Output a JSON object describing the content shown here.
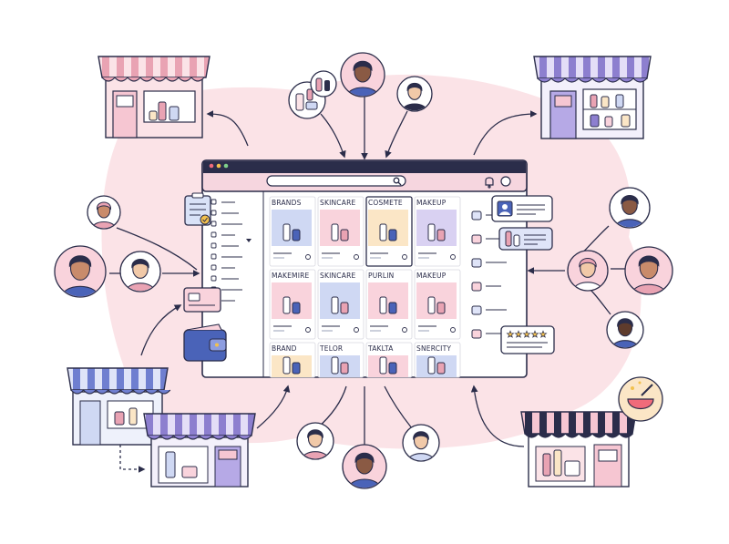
{
  "colors": {
    "background_blob": "#fbe3e7",
    "outline": "#2b2d4a",
    "awning_pink": "#e9a3b3",
    "awning_purple": "#8d7fcf",
    "awning_dark": "#2b2d4a",
    "browser_top": "#f6d6df",
    "card_pink": "#f9d3dc",
    "card_blue": "#cfd8f3",
    "card_peach": "#fbe6c6",
    "card_lavender": "#d9d1f2",
    "wallet": "#4a63b8",
    "accent_gold": "#f2c14e"
  },
  "browser": {
    "search_icon": "search-icon",
    "bell_icon": "bell-icon",
    "avatar_icon": "user-circle-icon"
  },
  "product_grid": {
    "rows": [
      [
        {
          "label": "BRANDS",
          "color": "#cfd8f3",
          "icon": "pump-bottle-and-jar-icon"
        },
        {
          "label": "SKINCARE",
          "color": "#f9d3dc",
          "icon": "cream-tube-icon"
        },
        {
          "label": "COSMETE",
          "color": "#fbe6c6",
          "icon": "foundation-bottles-icon"
        },
        {
          "label": "MAKEUP",
          "color": "#d9d1f2",
          "icon": "lip-gloss-icon"
        }
      ],
      [
        {
          "label": "MAKEMIRE",
          "color": "#f9d3dc",
          "icon": "cream-jar-icon"
        },
        {
          "label": "SKINCARE",
          "color": "#cfd8f3",
          "icon": "tube-and-leaf-icon"
        },
        {
          "label": "PURLIN",
          "color": "#f9d3dc",
          "icon": "lipsticks-icon"
        },
        {
          "label": "MAKEUP",
          "color": "#f9d3dc",
          "icon": "nail-polish-icon"
        }
      ],
      [
        {
          "label": "BRAND",
          "color": "#fbe6c6",
          "icon": "cream-tube-icon"
        },
        {
          "label": "TELOR",
          "color": "#cfd8f3",
          "icon": "serum-bottles-icon"
        },
        {
          "label": "TAKLTA",
          "color": "#f9d3dc",
          "icon": "lipsticks-icon"
        },
        {
          "label": "SNERCITY",
          "color": "#cfd8f3",
          "icon": "lip-gloss-icon"
        }
      ]
    ]
  },
  "side_icons": [
    "list-icon",
    "bag-icon",
    "cart-icon",
    "eye-icon",
    "gear-icon",
    "thumbs-up-icon"
  ],
  "review_stars": 5
}
